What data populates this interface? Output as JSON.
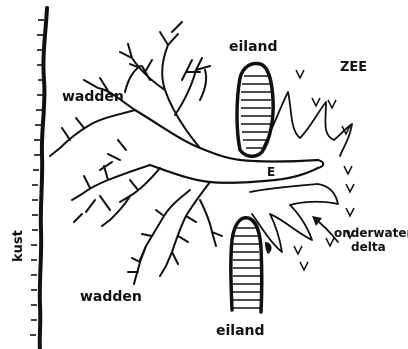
{
  "labels": {
    "coast": "kust",
    "tidal_flats_top": "wadden",
    "tidal_flats_bottom": "wadden",
    "sea": "ZEE",
    "island_top": "eiland",
    "island_bottom": "eiland",
    "ebb_channel": "E",
    "delta_line1": "onderwater",
    "delta_line2": "delta"
  },
  "colors": {
    "ink": "#111111",
    "background": "#ffffff"
  }
}
